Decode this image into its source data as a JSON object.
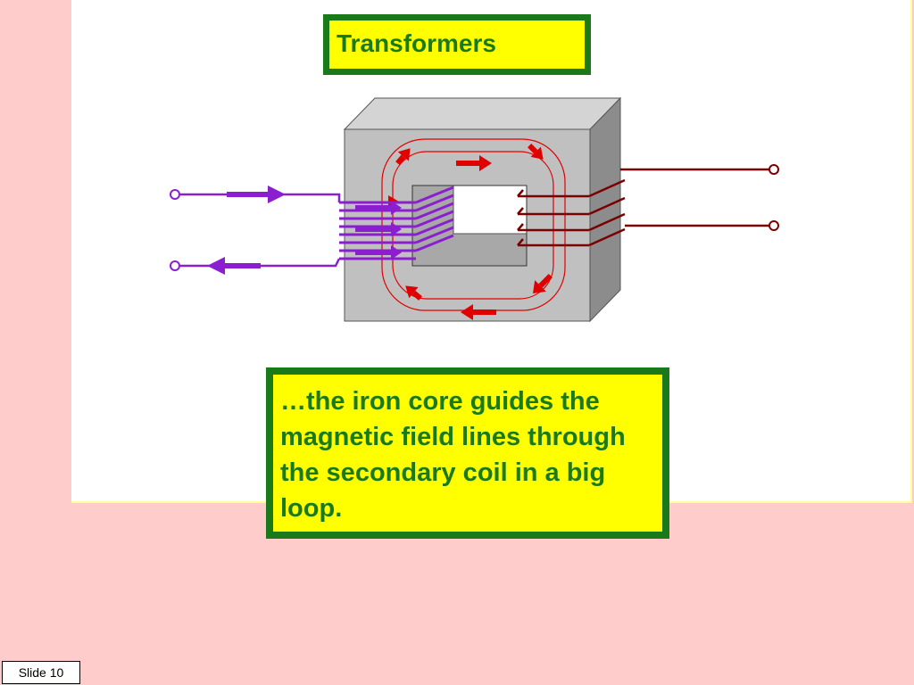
{
  "title": "Transformers",
  "caption": "…the  iron core guides the magnetic field lines through the secondary coil in a big loop.",
  "slide_number": "Slide 10",
  "colors": {
    "background": "#ffcccc",
    "panel": "#ffffff",
    "box_fill": "#ffff00",
    "box_border": "#1a7a1a",
    "text": "#1a7a1a",
    "primary_coil": "#8b1fcf",
    "secondary_coil": "#7a0000",
    "field_lines": "#e00000",
    "core_front": "#c0c0c0",
    "core_top": "#d4d4d4",
    "core_side": "#8c8c8c"
  },
  "icons": [
    "terminal-icon",
    "arrow-icon"
  ]
}
